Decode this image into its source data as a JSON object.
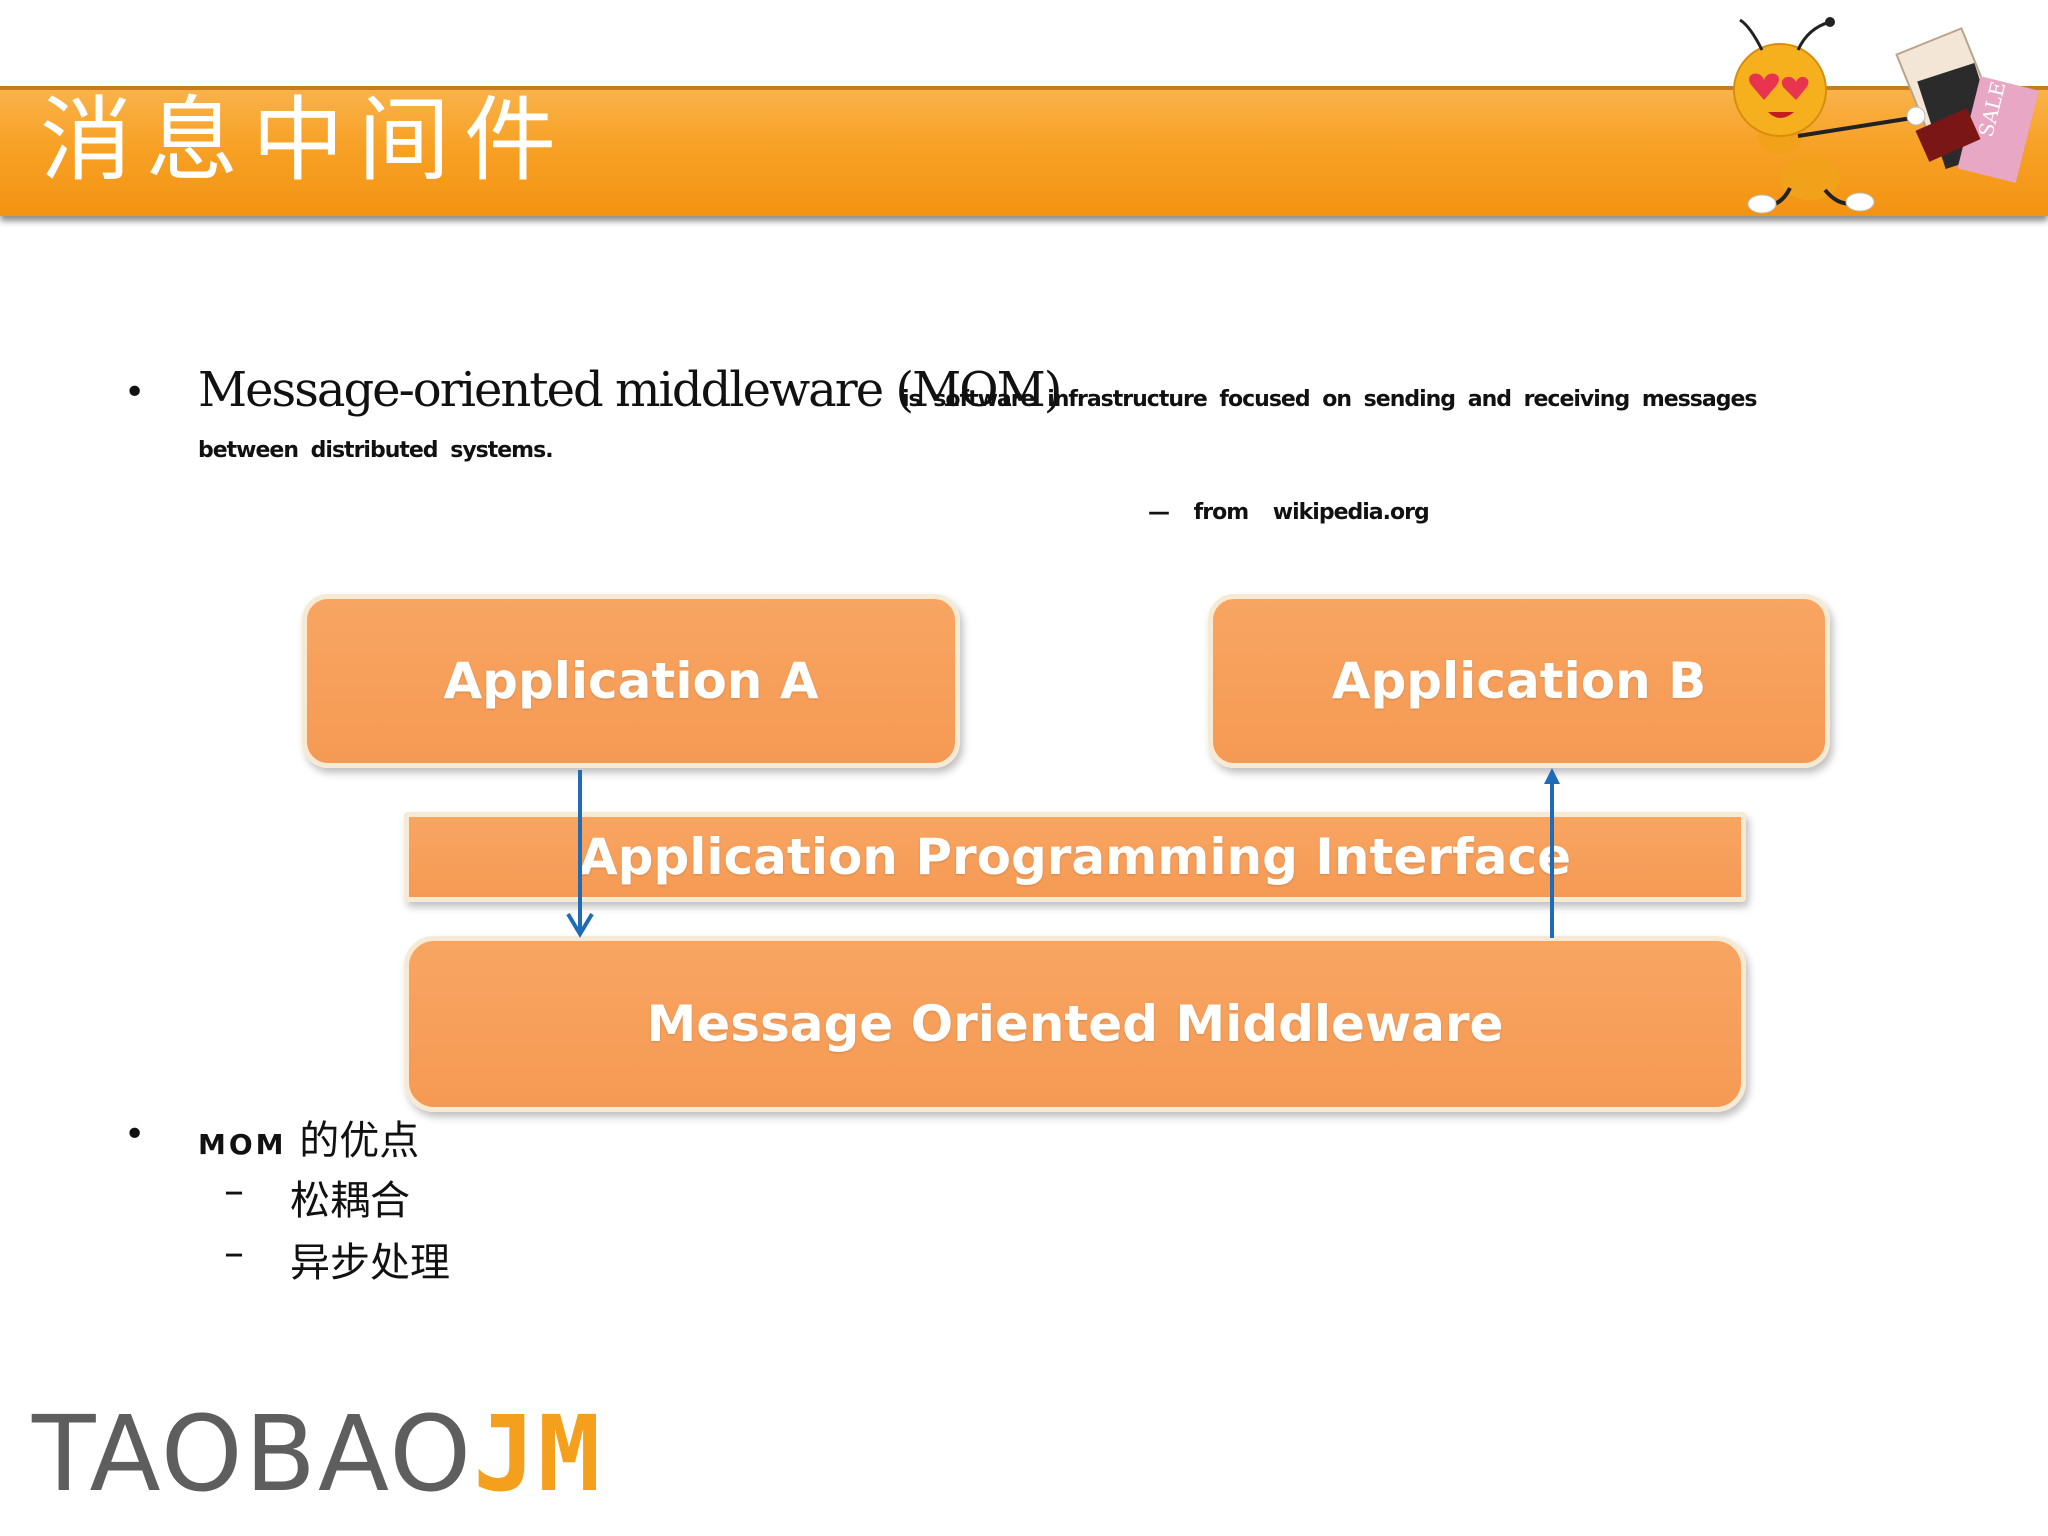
{
  "slide": {
    "title": "消息中间件",
    "accent_color": "#f7a125",
    "box_color": "#f59a54"
  },
  "definition": {
    "bullet": "•",
    "term": "Message-oriented middleware (MOM)",
    "body_line1": "is software infrastructure focused on sending and receiving messages",
    "body_line2": "between distributed systems.",
    "source": "— from wikipedia.org"
  },
  "diagram": {
    "app_a": "Application A",
    "app_b": "Application B",
    "api": "Application Programming Interface",
    "mom": "Message Oriented Middleware",
    "arrow_color": "#1f6bb5"
  },
  "advantages": {
    "bullet": "•",
    "label_latin": "MOM",
    "label_cjk": "的优点",
    "dash": "–",
    "items": [
      "松耦合",
      "异步处理"
    ]
  },
  "logo": {
    "part_a": "TAOBAO",
    "part_b": "JM"
  },
  "mascot": {
    "icon": "ant-shopping-mascot-icon",
    "bag_text": "SALE"
  }
}
